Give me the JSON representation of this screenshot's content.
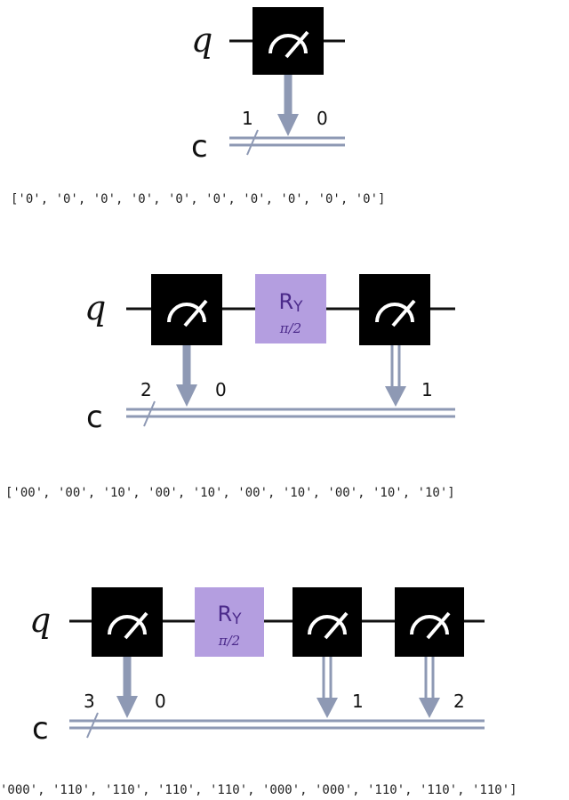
{
  "circuits": [
    {
      "qubit_label": "q",
      "classical_label": "c",
      "register_size": "1",
      "gates": [
        {
          "type": "measure",
          "bit": "0"
        }
      ],
      "output": "['0', '0', '0', '0', '0', '0', '0', '0', '0', '0']"
    },
    {
      "qubit_label": "q",
      "classical_label": "c",
      "register_size": "2",
      "gates": [
        {
          "type": "measure",
          "bit": "0"
        },
        {
          "type": "ry",
          "name": "R",
          "sub": "Y",
          "param": "π/2"
        },
        {
          "type": "measure",
          "bit": "1"
        }
      ],
      "output": "['00', '00', '10', '00', '10', '00', '10', '00', '10', '10']"
    },
    {
      "qubit_label": "q",
      "classical_label": "c",
      "register_size": "3",
      "gates": [
        {
          "type": "measure",
          "bit": "0"
        },
        {
          "type": "ry",
          "name": "R",
          "sub": "Y",
          "param": "π/2"
        },
        {
          "type": "measure",
          "bit": "1"
        },
        {
          "type": "measure",
          "bit": "2"
        }
      ],
      "output": "'000', '110', '110', '110', '110', '000', '000', '110', '110', '110']"
    }
  ],
  "colors": {
    "wire": "#111111",
    "measure_box": "#000000",
    "measure_glyph": "#ffffff",
    "classical_wire": "#8e99b4",
    "ry_box": "#b49ee0",
    "ry_text": "#4b2a8a"
  }
}
